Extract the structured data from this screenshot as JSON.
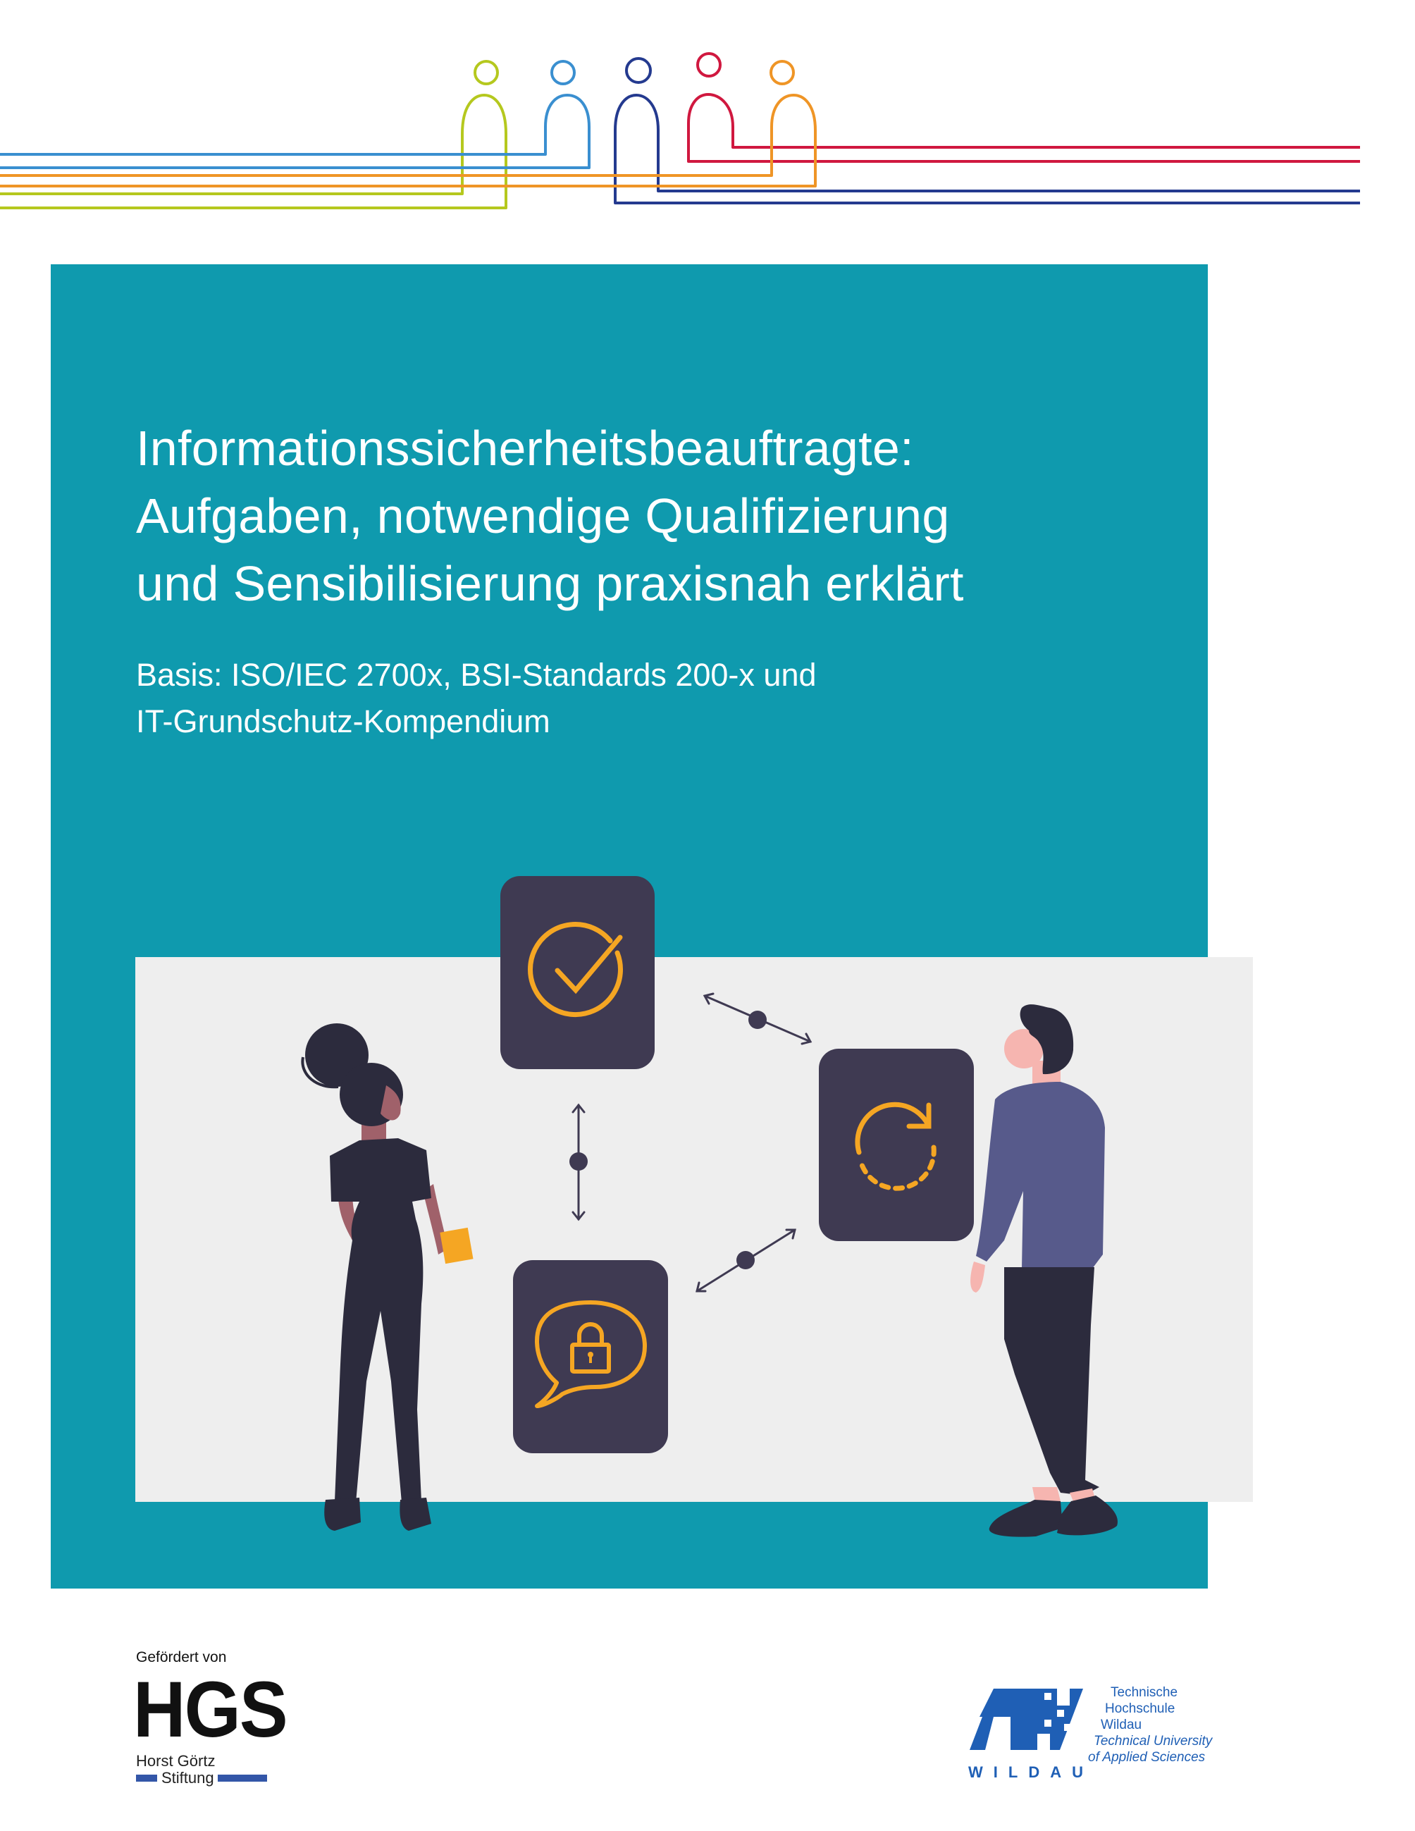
{
  "cover": {
    "title_lines": [
      "Informationssicherheitsbeauftragte:",
      "Aufgaben, notwendige Qualifizierung",
      "und Sensibilisierung praxisnah erklärt"
    ],
    "subtitle_lines": [
      "Basis: ISO/IEC 2700x, BSI-Standards 200-x und",
      "IT-Grundschutz-Kompendium"
    ]
  },
  "header_graphic": {
    "description": "five outlined people figures with connecting lines",
    "figure_colors": [
      "#b5c81e",
      "#3a8fd0",
      "#243a8f",
      "#d0183f",
      "#ef9526"
    ]
  },
  "illustration": {
    "cards": [
      {
        "icon": "check-circle-icon"
      },
      {
        "icon": "refresh-icon"
      },
      {
        "icon": "lock-speech-bubble-icon"
      }
    ],
    "figures": [
      "woman-figure",
      "man-figure"
    ]
  },
  "footer": {
    "funder_label": "Gefördert von",
    "funder_mark": "HGS",
    "funder_name": "Horst Görtz",
    "funder_name_2": "Stiftung",
    "university_lines": [
      "Technische",
      "Hochschule",
      "Wildau",
      "Technical University",
      "of Applied Sciences"
    ],
    "university_mark": "WILDAU"
  },
  "colors": {
    "teal": "#0f9aae",
    "band_gray": "#eeeeee",
    "card": "#3f3a52",
    "accent_gold": "#f5a623",
    "th_blue": "#1f5fb5",
    "hgs_blue": "#3356a8"
  }
}
